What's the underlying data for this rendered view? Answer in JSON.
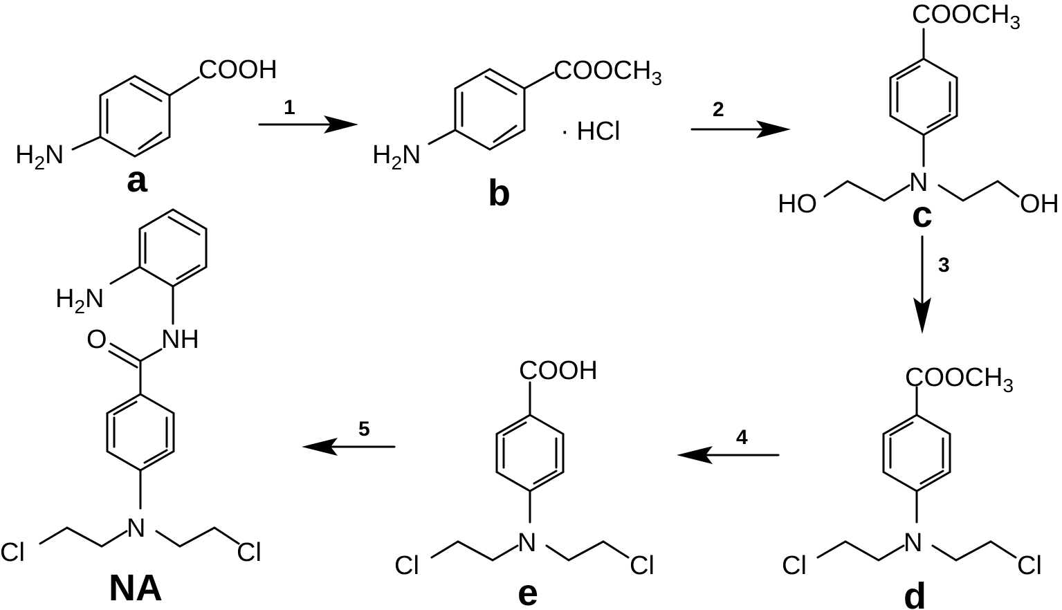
{
  "compounds": [
    {
      "id": "a",
      "label": "a",
      "top_group": "COOH",
      "bottom_group": "H2N"
    },
    {
      "id": "b",
      "label": "b",
      "top_group": "COOCH3",
      "bottom_group": "H2N",
      "salt": "· HCl"
    },
    {
      "id": "c",
      "label": "c",
      "top_group": "COOCH3",
      "amine": "N",
      "left_group": "HO",
      "right_group": "OH"
    },
    {
      "id": "d",
      "label": "d",
      "top_group": "COOCH3",
      "amine": "N",
      "left_group": "Cl",
      "right_group": "Cl"
    },
    {
      "id": "e",
      "label": "e",
      "top_group": "COOH",
      "amine": "N",
      "left_group": "Cl",
      "right_group": "Cl"
    },
    {
      "id": "NA",
      "label": "NA",
      "amine": "N",
      "left_group": "Cl",
      "right_group": "Cl",
      "carbonyl_o": "O",
      "amide_nh": "NH",
      "aniline_nh2": "H2N"
    }
  ],
  "steps": [
    {
      "id": "1",
      "label": "1",
      "from": "a",
      "to": "b",
      "direction": "right"
    },
    {
      "id": "2",
      "label": "2",
      "from": "b",
      "to": "c",
      "direction": "right"
    },
    {
      "id": "3",
      "label": "3",
      "from": "c",
      "to": "d",
      "direction": "down"
    },
    {
      "id": "4",
      "label": "4",
      "from": "d",
      "to": "e",
      "direction": "left"
    },
    {
      "id": "5",
      "label": "5",
      "from": "e",
      "to": "NA",
      "direction": "left"
    }
  ]
}
